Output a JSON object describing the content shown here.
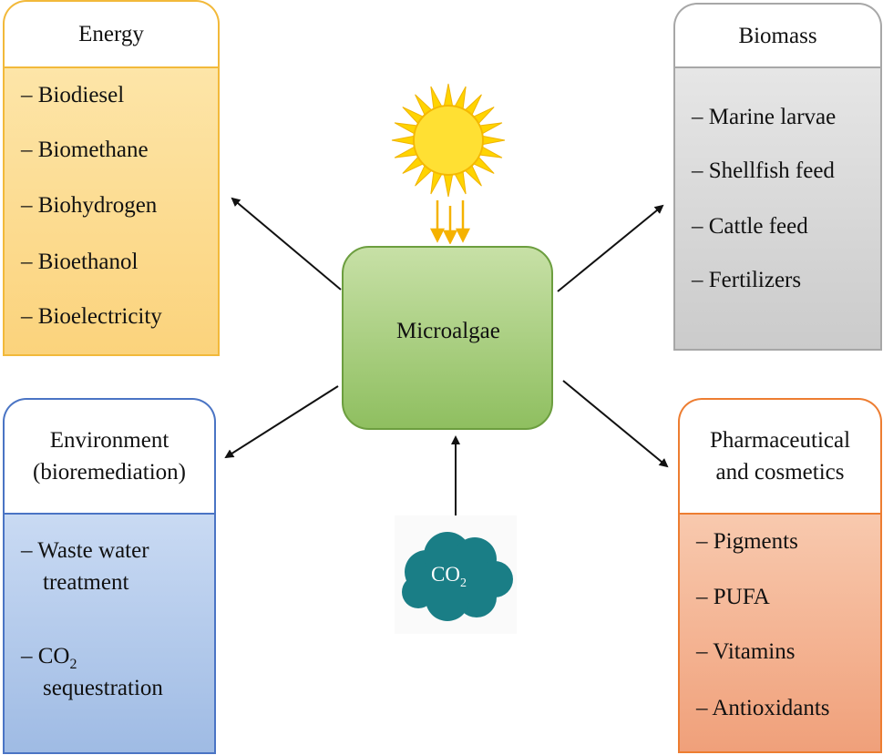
{
  "energy": {
    "title": "Energy",
    "items": [
      "– Biodiesel",
      "– Biomethane",
      "– Biohydrogen",
      "– Bioethanol",
      "– Bioelectricity"
    ]
  },
  "biomass": {
    "title": "Biomass",
    "items": [
      "– Marine larvae",
      "– Shellfish feed",
      "– Cattle feed",
      "– Fertilizers"
    ]
  },
  "environment": {
    "title_line1": "Environment",
    "title_line2": "(bioremediation)",
    "item1_line1": "– Waste water",
    "item1_line2": "treatment",
    "item2_prefix": "– CO",
    "item2_sub": "2",
    "item2_line2": "sequestration"
  },
  "pharma": {
    "title_line1": "Pharmaceutical",
    "title_line2": "and cosmetics",
    "items": [
      "– Pigments",
      "– PUFA",
      "– Vitamins",
      "– Antioxidants"
    ]
  },
  "center": {
    "label": "Microalgae"
  },
  "co2": {
    "text": "CO",
    "sub": "2"
  },
  "colors": {
    "energy_border": "#f2b93a",
    "biomass_border": "#a7a7a7",
    "environment_border": "#4a74c4",
    "pharma_border": "#ed7d31",
    "microalgae_fill": "#a9d08e",
    "cloud": "#1a7e86",
    "sun": "#ffd700"
  },
  "icons": [
    "sun-icon",
    "light-rays-icon",
    "co2-cloud-icon"
  ]
}
